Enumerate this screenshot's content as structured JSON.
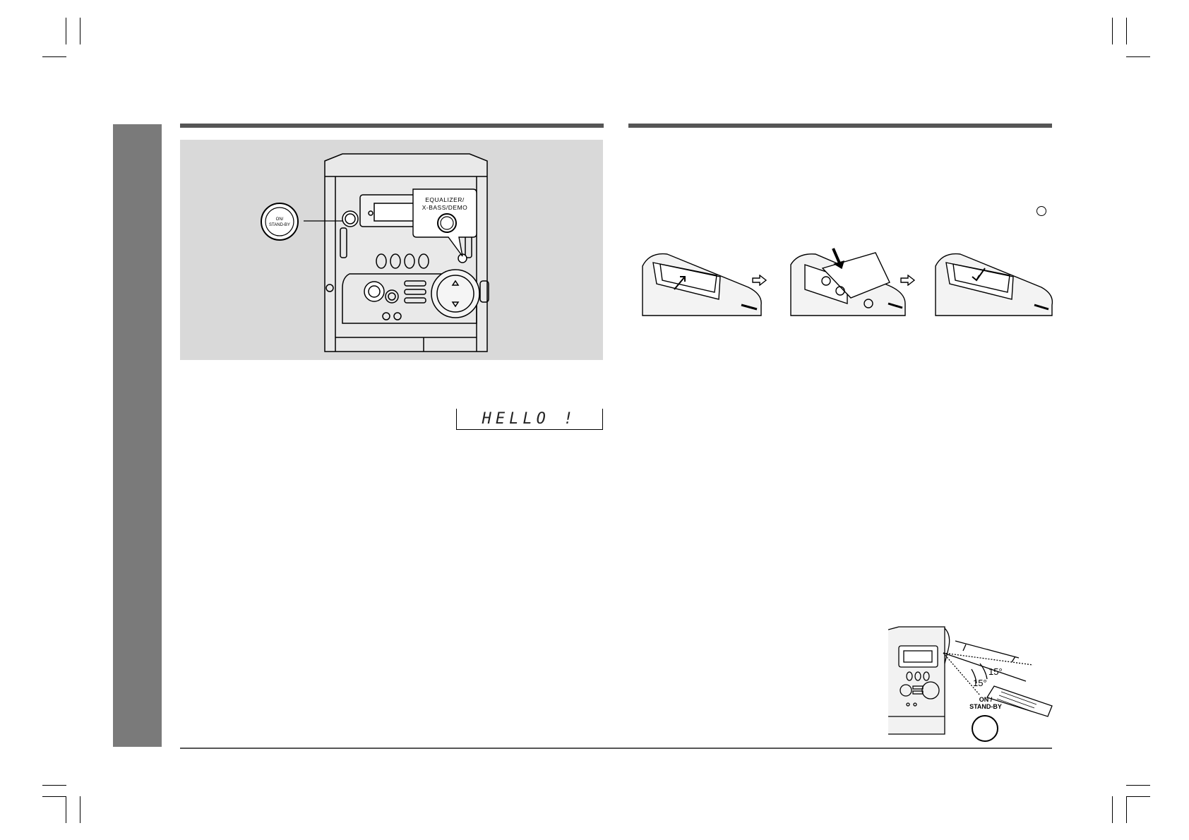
{
  "front_panel": {
    "on_standby_label_line1": "ON/",
    "on_standby_label_line2": "STAND-BY",
    "equalizer_label_line1": "EQUALIZER/",
    "equalizer_label_line2": "X-BASS/DEMO"
  },
  "display": {
    "text": "HELLO !"
  },
  "remote_range": {
    "angle_upper": "15°",
    "angle_lower": "15°",
    "on_standby_line1": "ON /",
    "on_standby_line2": "STAND-BY"
  },
  "icons": {
    "step_arrow": "hollow-right-arrow",
    "circle_mark": "circle-outline"
  },
  "colors": {
    "side_tab": "#7a7a7a",
    "panel_background": "#d9d9d9",
    "rule": "#555555"
  }
}
